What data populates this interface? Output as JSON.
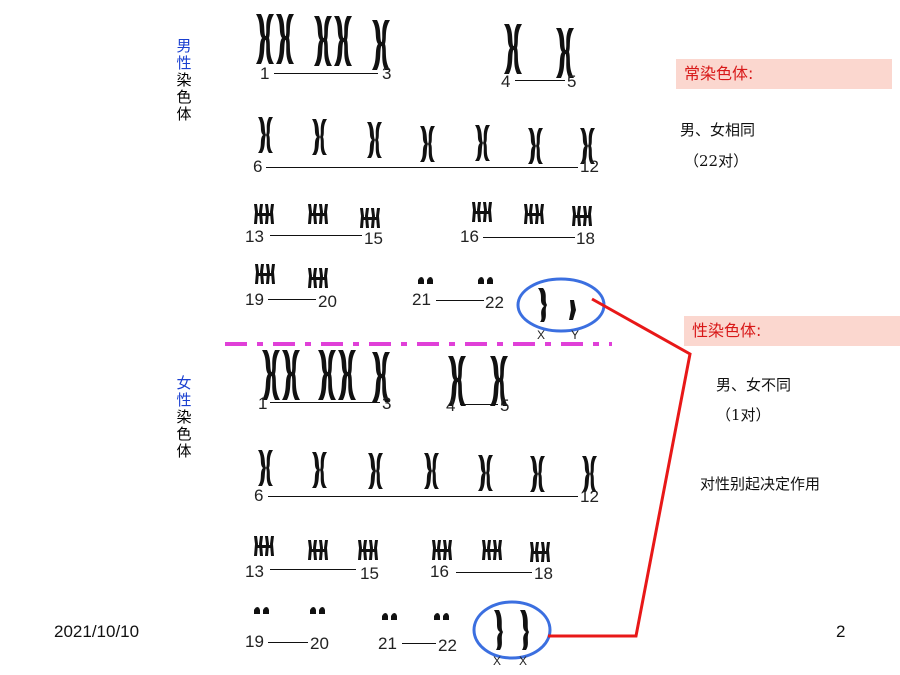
{
  "male_label": {
    "line1": "男",
    "line2": "性",
    "line3": "染",
    "line4": "色",
    "line5": "体"
  },
  "female_label": {
    "line1": "女",
    "line2": "性",
    "line3": "染",
    "line4": "色",
    "line5": "体"
  },
  "male_groups": {
    "g1": {
      "start": "1",
      "end": "3"
    },
    "g2": {
      "start": "4",
      "end": "5"
    },
    "g3": {
      "start": "6",
      "end": "12"
    },
    "g4": {
      "start": "13",
      "end": "15"
    },
    "g5": {
      "start": "16",
      "end": "18"
    },
    "g6": {
      "start": "19",
      "end": "20"
    },
    "g7": {
      "start": "21",
      "end": "22"
    },
    "sex": {
      "x": "X",
      "y": "Y"
    }
  },
  "female_groups": {
    "g1": {
      "start": "1",
      "end": "3"
    },
    "g2": {
      "start": "4",
      "end": "5"
    },
    "g3": {
      "start": "6",
      "end": "12"
    },
    "g4": {
      "start": "13",
      "end": "15"
    },
    "g5": {
      "start": "16",
      "end": "18"
    },
    "g6": {
      "start": "19",
      "end": "20"
    },
    "g7": {
      "start": "21",
      "end": "22"
    },
    "sex": {
      "x1": "X",
      "x2": "X"
    }
  },
  "autosome": {
    "title": "常染色体:",
    "desc": "男、女相同",
    "count": "（22对）"
  },
  "sex_chrom": {
    "title": "性染色体:",
    "desc": "男、女不同",
    "count": "（1对）",
    "role": "对性别起决定作用"
  },
  "footer": {
    "date": "2021/10/10",
    "page": "2"
  },
  "colors": {
    "male_label": "#1a3fd0",
    "circle": "#3b6fe0",
    "connector": "#e81818",
    "divider": "#e040d8",
    "badge_bg": "#fbd7cf",
    "badge_text": "#d81818"
  }
}
